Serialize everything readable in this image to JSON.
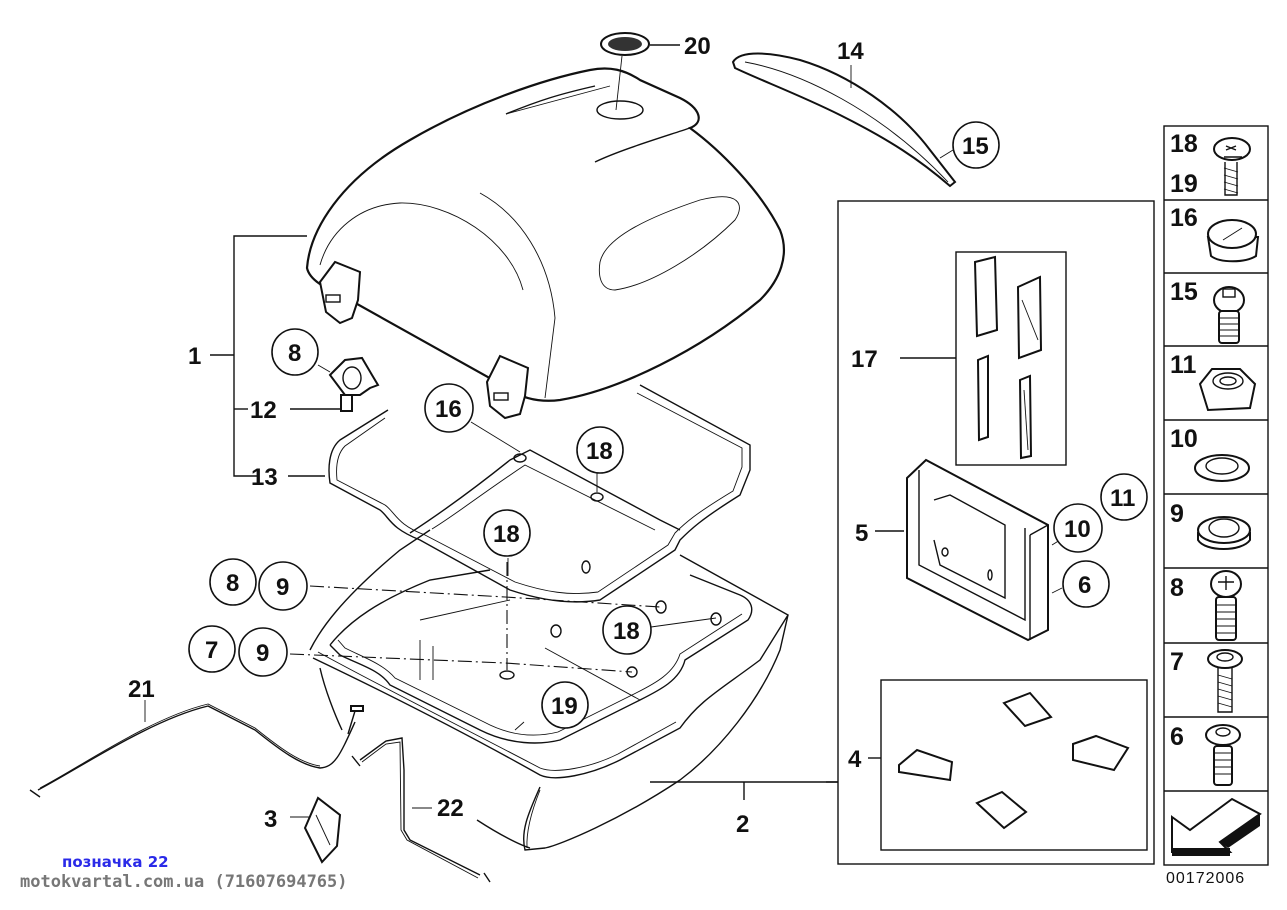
{
  "diagram": {
    "type": "exploded-parts-diagram",
    "subject": "Top case (motorcycle top box) assembly",
    "drawing_number": "00172006",
    "callouts": [
      {
        "id": "1",
        "text": "1",
        "style": "plain"
      },
      {
        "id": "2",
        "text": "2",
        "style": "plain"
      },
      {
        "id": "3",
        "text": "3",
        "style": "plain"
      },
      {
        "id": "4",
        "text": "4",
        "style": "plain"
      },
      {
        "id": "5",
        "text": "5",
        "style": "plain"
      },
      {
        "id": "6",
        "text": "6",
        "style": "circled"
      },
      {
        "id": "7",
        "text": "7",
        "style": "circled"
      },
      {
        "id": "8a",
        "text": "8",
        "style": "circled"
      },
      {
        "id": "8b",
        "text": "8",
        "style": "circled"
      },
      {
        "id": "9a",
        "text": "9",
        "style": "circled"
      },
      {
        "id": "9b",
        "text": "9",
        "style": "circled"
      },
      {
        "id": "10",
        "text": "10",
        "style": "circled"
      },
      {
        "id": "11",
        "text": "11",
        "style": "circled"
      },
      {
        "id": "12",
        "text": "12",
        "style": "plain"
      },
      {
        "id": "13",
        "text": "13",
        "style": "plain"
      },
      {
        "id": "14",
        "text": "14",
        "style": "plain"
      },
      {
        "id": "15",
        "text": "15",
        "style": "circled"
      },
      {
        "id": "16",
        "text": "16",
        "style": "circled"
      },
      {
        "id": "17",
        "text": "17",
        "style": "plain"
      },
      {
        "id": "18a",
        "text": "18",
        "style": "circled"
      },
      {
        "id": "18b",
        "text": "18",
        "style": "circled"
      },
      {
        "id": "18c",
        "text": "18",
        "style": "circled"
      },
      {
        "id": "19",
        "text": "19",
        "style": "circled"
      },
      {
        "id": "20",
        "text": "20",
        "style": "plain"
      },
      {
        "id": "21",
        "text": "21",
        "style": "plain"
      },
      {
        "id": "22",
        "text": "22",
        "style": "plain"
      }
    ],
    "hardware_column": [
      {
        "labels": [
          "18",
          "19"
        ],
        "icon": "phillips-screw-icon"
      },
      {
        "labels": [
          "16"
        ],
        "icon": "plug-cap-icon"
      },
      {
        "labels": [
          "15"
        ],
        "icon": "hex-socket-bolt-icon"
      },
      {
        "labels": [
          "11"
        ],
        "icon": "hex-nut-icon"
      },
      {
        "labels": [
          "10"
        ],
        "icon": "washer-icon"
      },
      {
        "labels": [
          "9"
        ],
        "icon": "rubber-grommet-icon"
      },
      {
        "labels": [
          "8"
        ],
        "icon": "phillips-bolt-icon"
      },
      {
        "labels": [
          "7"
        ],
        "icon": "torx-screw-icon"
      },
      {
        "labels": [
          "6"
        ],
        "icon": "torx-bolt-icon"
      },
      {
        "labels": [],
        "icon": "direction-arrow-icon"
      }
    ]
  },
  "watermark": {
    "label": "позначка 22",
    "site": "motokvartal.com.ua (71607694765)"
  }
}
